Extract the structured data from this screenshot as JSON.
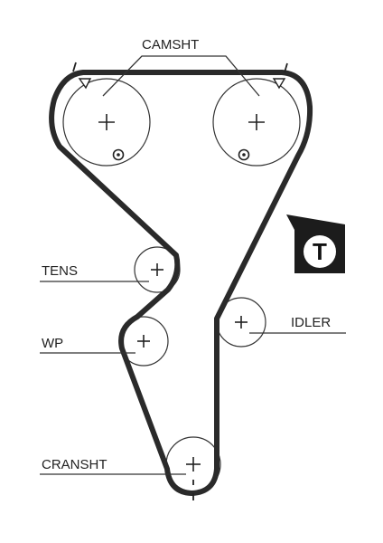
{
  "diagram": {
    "labels": {
      "camshaft": "CAMSHT",
      "tensioner": "TENS",
      "idler": "IDLER",
      "water_pump": "WP",
      "crankshaft": "CRANSHT"
    },
    "badge": {
      "letter": "T"
    },
    "colors": {
      "belt": "#2a2a2a",
      "outline": "#333333",
      "badge_bg": "#1c1c1c",
      "badge_fg": "#ffffff"
    }
  }
}
